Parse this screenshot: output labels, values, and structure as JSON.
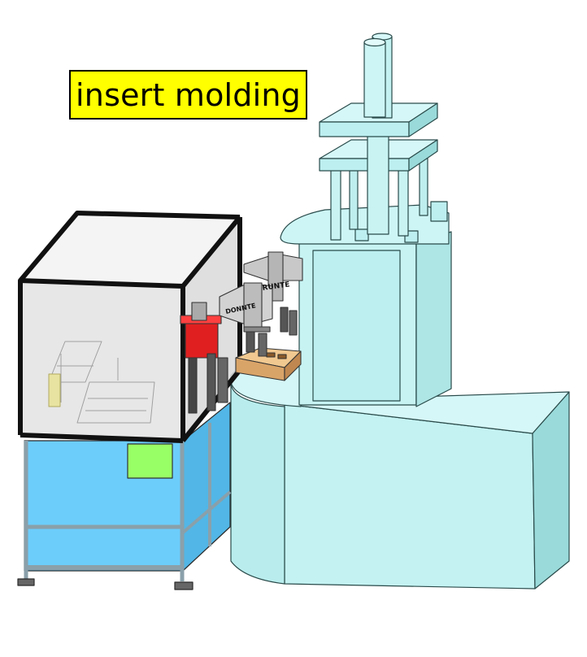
{
  "title": "insert molding",
  "robot_labels": {
    "upper_arm": "RUNTE",
    "lower_arm": "DONNTE"
  },
  "colors": {
    "title_bg": "#ffff00",
    "press_body": "#bff0f0",
    "press_shadow": "#98d9d9",
    "cabinet_blue": "#66ccff",
    "enclosure_glass": "#e8e8e8",
    "frame_dark": "#1a1a1a",
    "green_panel": "#99ff66",
    "fixture_tan": "#e0b070",
    "red_part": "#e02020"
  }
}
